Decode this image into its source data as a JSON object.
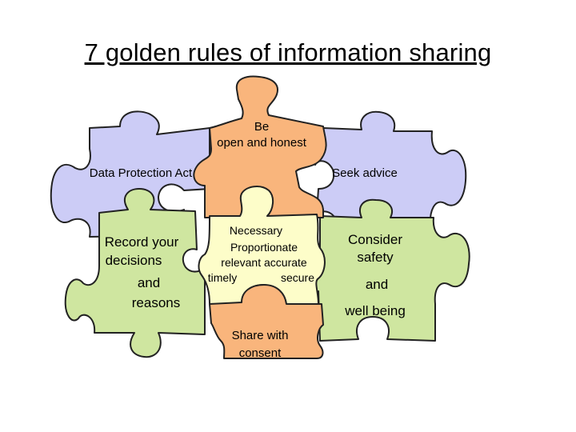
{
  "title": "7 golden rules of information sharing",
  "colors": {
    "orange": "#f9b57c",
    "lavender": "#ccccf6",
    "green": "#cfe6a0",
    "cream": "#fdfdc9",
    "outline": "#222222"
  },
  "pieces": {
    "top": {
      "line1": "Be",
      "line2": "open and honest"
    },
    "left_top": {
      "label": "Data Protection Act"
    },
    "right_top": {
      "label": "Seek advice"
    },
    "left_bottom": {
      "line1": "Record your",
      "line2": "decisions",
      "line3": "and",
      "line4": "reasons"
    },
    "center": {
      "line1": "Necessary",
      "line2": "Proportionate",
      "line3": "relevant accurate",
      "line4a": "timely",
      "line4b": "secure"
    },
    "right_bottom": {
      "line1": "Consider",
      "line2": "safety",
      "line3": "and",
      "line4": "well being"
    },
    "bottom": {
      "line1": "Share with",
      "line2": "consent"
    }
  }
}
